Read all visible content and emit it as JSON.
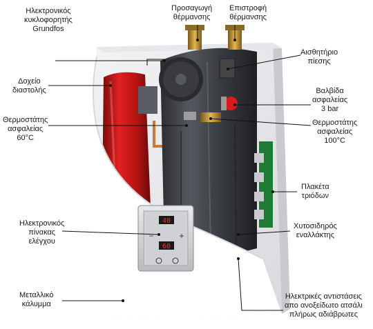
{
  "labels": {
    "pump": [
      "Ηλεκτρονικός",
      "κυκλοφορητής",
      "Grundfos"
    ],
    "supply": [
      "Προσαγωγή",
      "θέρμανσης"
    ],
    "return": [
      "Επιστροφή",
      "θέρμανσης"
    ],
    "pressure_sensor": [
      "Αισθητήριο",
      "πίεσης"
    ],
    "expansion_tank": [
      "Δοχείο",
      "διαστολής"
    ],
    "safety_valve": [
      "Βαλβίδα",
      "ασφαλείας",
      "3 bar"
    ],
    "safety_thermostat_60": [
      "Θερμοστάτης",
      "ασφαλείας",
      "60°C"
    ],
    "safety_thermostat_100": [
      "Θερμοστάτης",
      "ασφαλείας",
      "100°C"
    ],
    "triac_board": [
      "Πλακέτα",
      "τριόδων"
    ],
    "control_panel": [
      "Ηλεκτρονικός",
      "πίνακας",
      "ελέγχου"
    ],
    "heat_exchanger": [
      "Χυτοσιδηρός",
      "εναλλάκτης"
    ],
    "cover": [
      "Μεταλλικό",
      "κάλυμμα"
    ],
    "heating_elements": [
      "Ηλεκτρικές αντιστάσεις",
      "απο ανοξείδωτο ατσάλι",
      "πλήρως αδιάβρωτες"
    ]
  },
  "panel": {
    "display_top": "40",
    "display_bottom": "60",
    "minus": "−",
    "plus": "+"
  }
}
